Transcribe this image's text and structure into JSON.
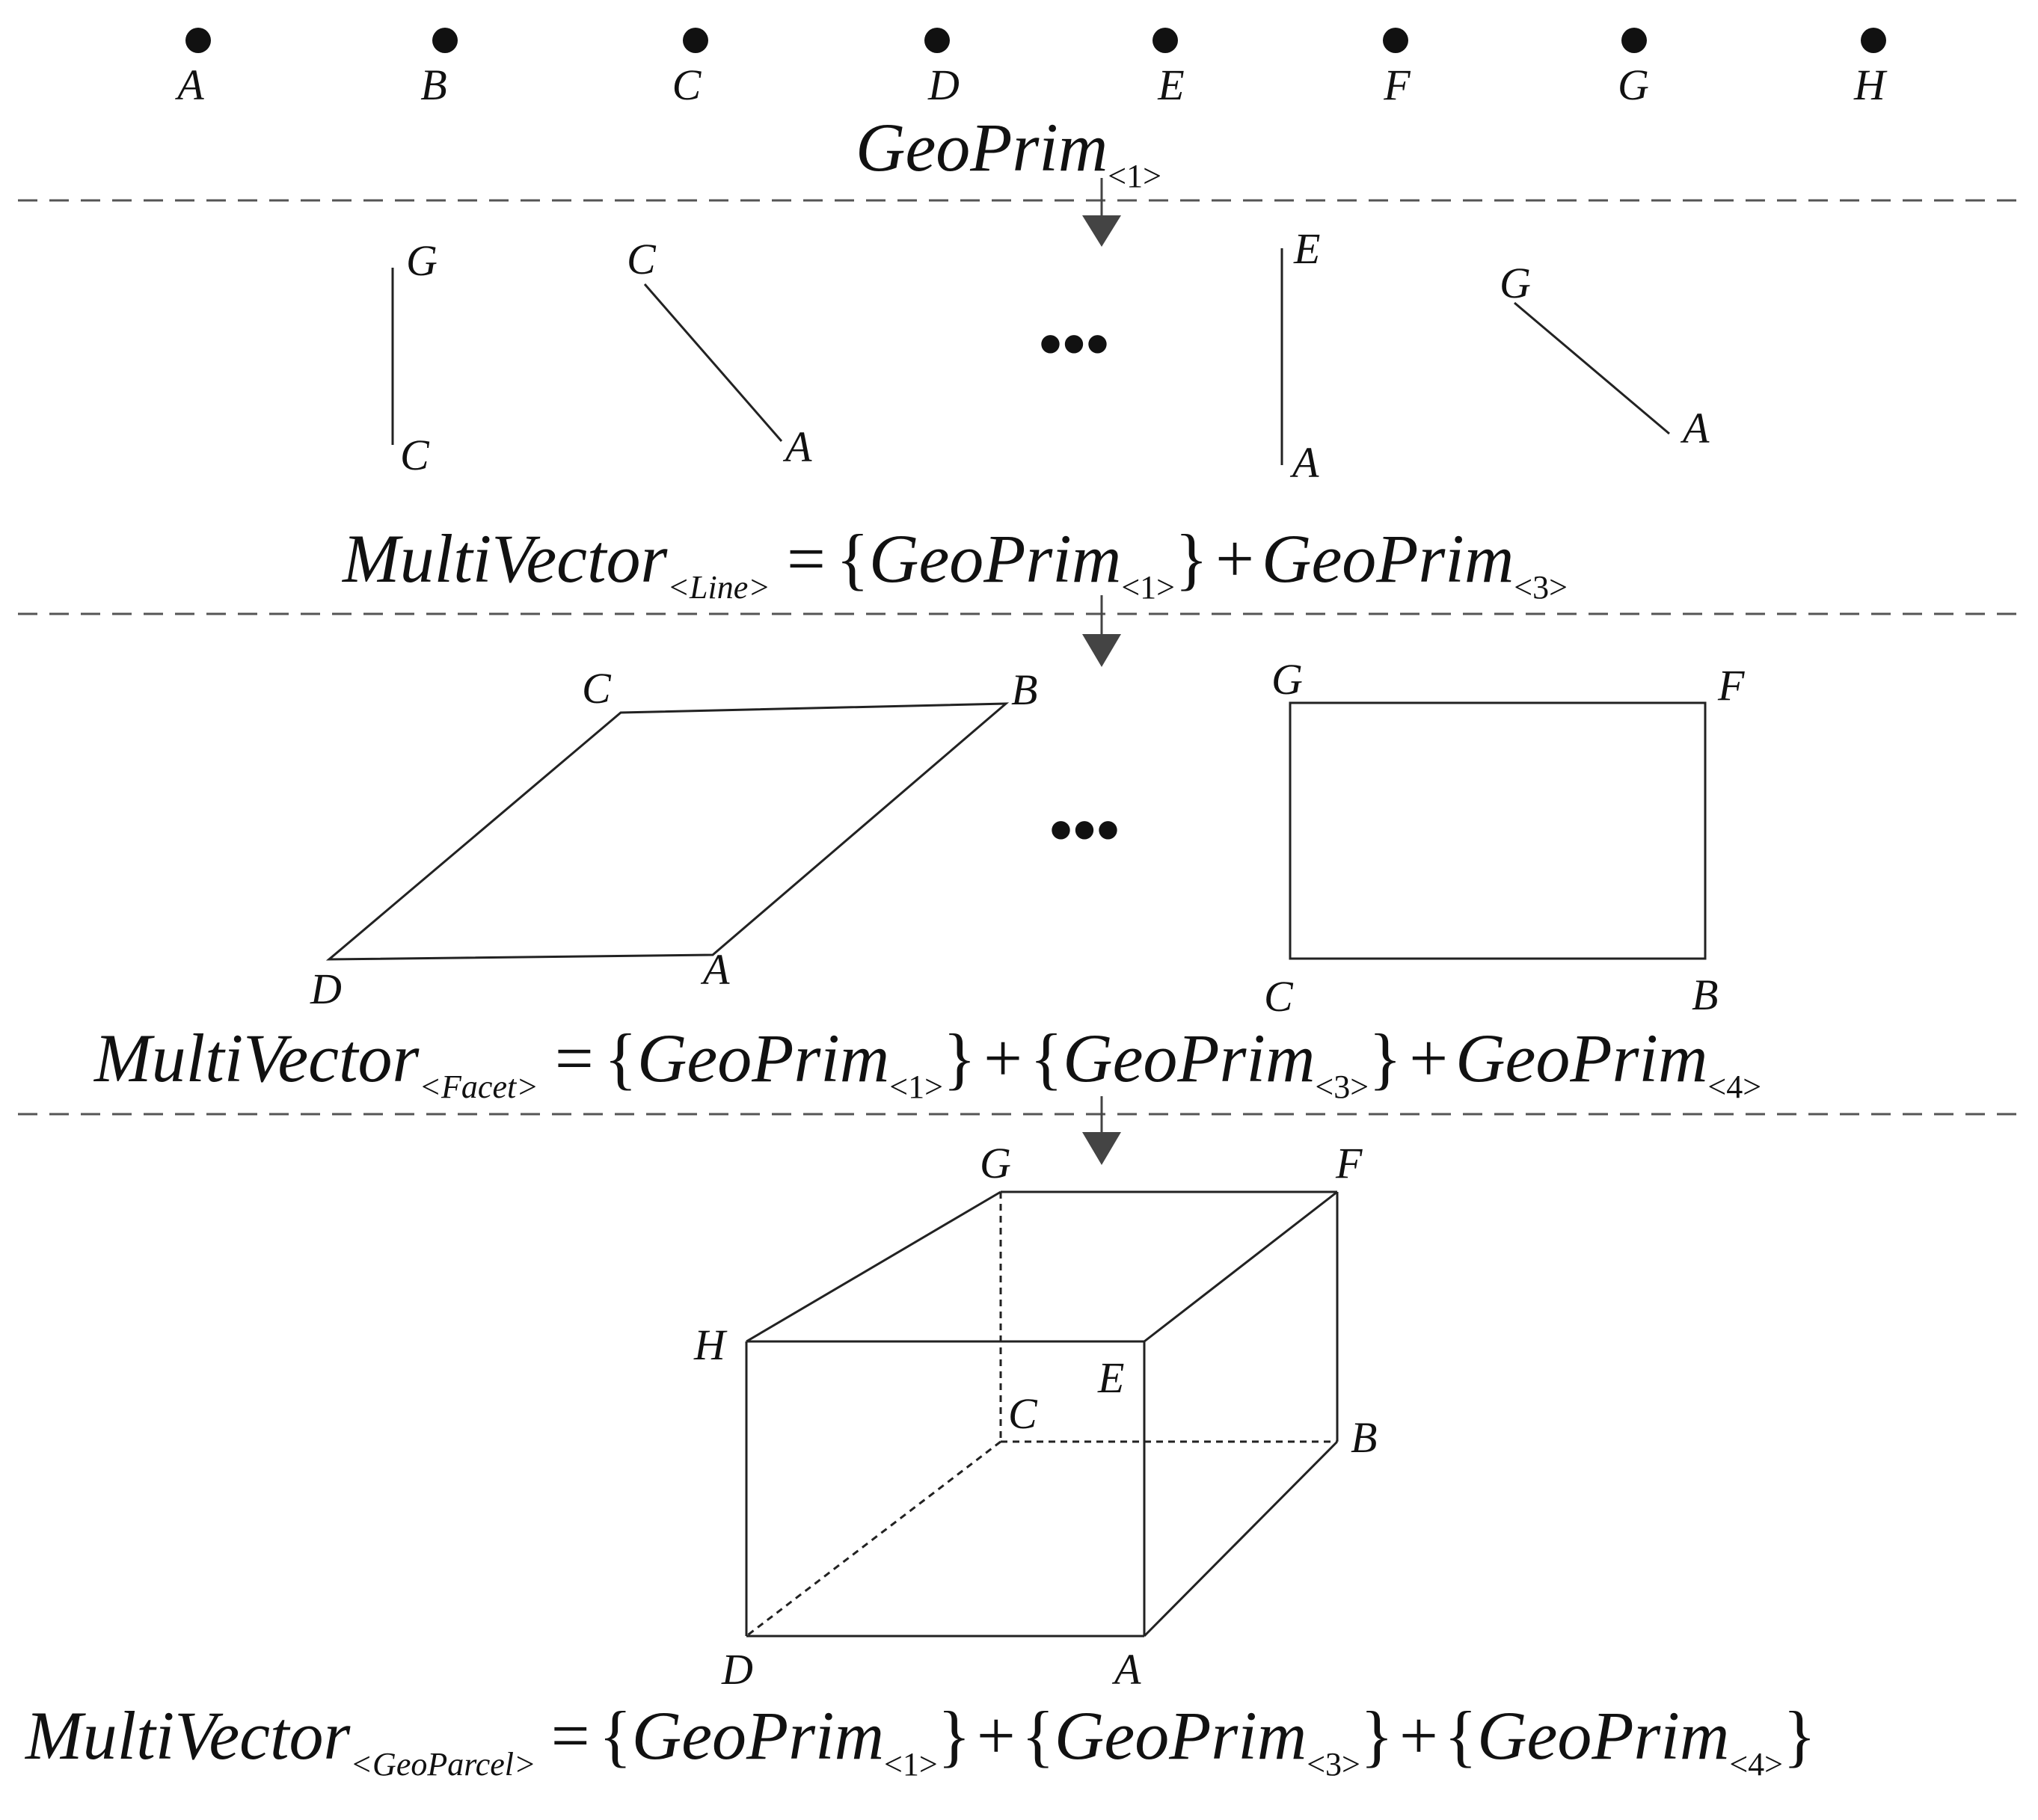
{
  "stages": {
    "points": {
      "labels": [
        "A",
        "B",
        "C",
        "D",
        "E",
        "F",
        "G",
        "H"
      ],
      "formula": {
        "name": "GeoPrim",
        "sub": "<1>"
      }
    },
    "lines": {
      "segments": [
        {
          "start": "G",
          "end": "C"
        },
        {
          "start": "C",
          "end": "A"
        },
        {
          "start": "E",
          "end": "A"
        },
        {
          "start": "G",
          "end": "A"
        }
      ],
      "ellipsis": "•••",
      "formula": {
        "lhs_name": "MultiVector",
        "lhs_sub": "<Line>",
        "eq": "=",
        "open_brace": "{",
        "t1_name": "GeoPrim",
        "t1_sub": "<1>",
        "close_brace": "}",
        "plus": "+",
        "t2_name": "GeoPrim",
        "t2_sub": "<3>"
      }
    },
    "facets": {
      "quad1": [
        "C",
        "B",
        "D",
        "A"
      ],
      "quad2": [
        "G",
        "F",
        "C",
        "B"
      ],
      "ellipsis": "•••",
      "formula": {
        "lhs_name": "MultiVector",
        "lhs_sub": "<Facet>",
        "eq": "=",
        "open_brace1": "{",
        "t1_name": "GeoPrim",
        "t1_sub": "<1>",
        "close_brace1": "}",
        "plus1": "+",
        "open_brace2": "{",
        "t2_name": "GeoPrim",
        "t2_sub": "<3>",
        "close_brace2": "}",
        "plus2": "+",
        "t3_name": "GeoPrim",
        "t3_sub": "<4>"
      }
    },
    "parcel": {
      "vertices": [
        "G",
        "F",
        "H",
        "E",
        "C",
        "B",
        "D",
        "A"
      ],
      "formula": {
        "lhs_name": "MultiVector",
        "lhs_sub": "<GeoParcel>",
        "eq": "=",
        "open_brace1": "{",
        "t1_name": "GeoPrim",
        "t1_sub": "<1>",
        "close_brace1": "}",
        "plus1": "+",
        "open_brace2": "{",
        "t2_name": "GeoPrim",
        "t2_sub": "<3>",
        "close_brace2": "}",
        "plus2": "+",
        "open_brace3": "{",
        "t3_name": "GeoPrim",
        "t3_sub": "<4>",
        "close_brace3": "}"
      }
    }
  },
  "colors": {
    "ink": "#111111",
    "separator": "#555555",
    "arrow": "#444444",
    "background": "#ffffff"
  }
}
